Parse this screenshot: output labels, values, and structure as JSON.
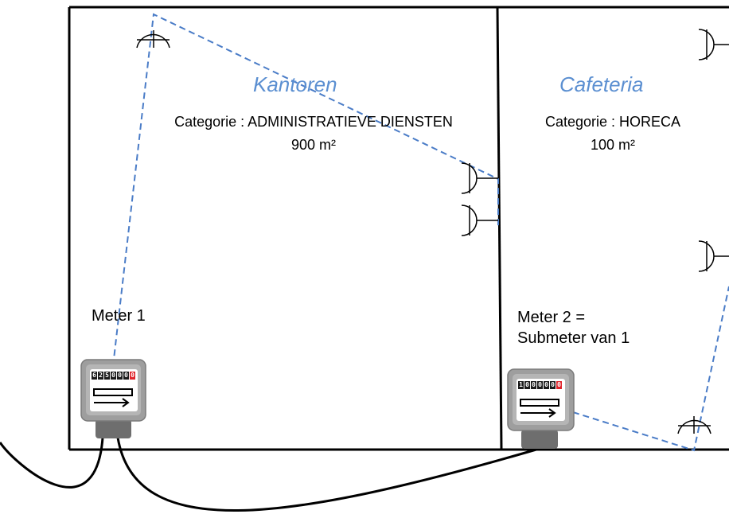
{
  "rooms": {
    "left": {
      "name": "Kantoren",
      "category": "Categorie : ADMINISTRATIEVE DIENSTEN",
      "area": "900 m²"
    },
    "right": {
      "name": "Cafeteria",
      "category": "Categorie : HORECA",
      "area": "100 m²"
    }
  },
  "meters": {
    "meter1": {
      "label": "Meter 1",
      "digits": [
        "6",
        "2",
        "5",
        "0",
        "0",
        "0",
        "0"
      ]
    },
    "meter2": {
      "label_line1": "Meter 2 =",
      "label_line2": "Submeter van 1",
      "digits": [
        "1",
        "0",
        "0",
        "0",
        "0",
        "0",
        "0"
      ]
    }
  },
  "colors": {
    "accent": "#5b8fd1",
    "dashed_line": "#4a7cc7",
    "meter_body": "#9e9e9e",
    "last_digit": "#e0242b"
  }
}
